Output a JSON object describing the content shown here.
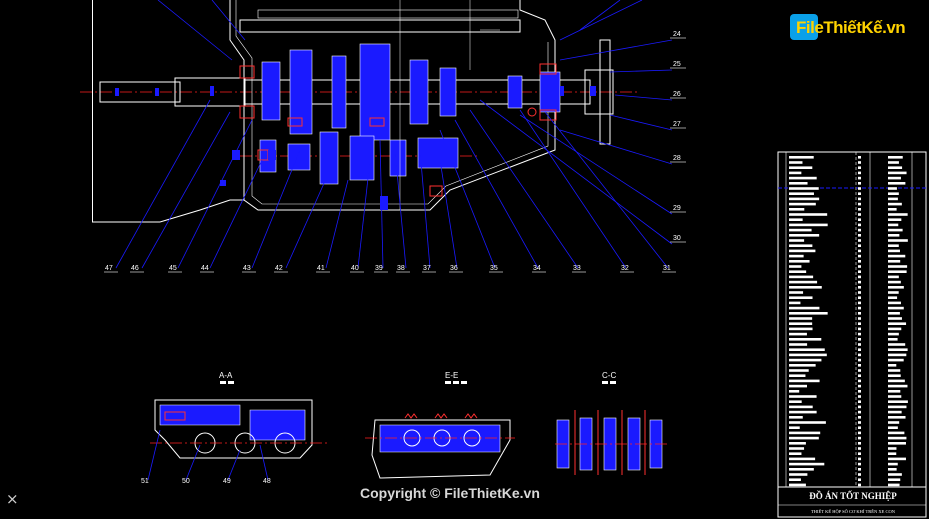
{
  "drawing": {
    "part_numbers_right": [
      "24",
      "25",
      "26",
      "27",
      "28",
      "29",
      "30"
    ],
    "part_numbers_bottom": [
      "47",
      "46",
      "45",
      "44",
      "43",
      "42",
      "41",
      "40",
      "39",
      "38",
      "37",
      "36",
      "35",
      "34",
      "33",
      "32",
      "31"
    ],
    "part_numbers_section": [
      "51",
      "50",
      "49",
      "48"
    ],
    "section_labels": [
      "A-A",
      "E-E",
      "C-C"
    ]
  },
  "titleblock": {
    "title": "ĐỒ ÁN TỐT NGHIỆP",
    "subtitle": "THIẾT KẾ HỘP SỐ CƠ KHÍ TRÊN XE CON"
  },
  "watermark": {
    "logo_text": "FileThiếtKế.vn",
    "copyright": "Copyright © FileThietKe.vn"
  },
  "colors": {
    "background": "#000000",
    "outline": "#ffffff",
    "hatch": "#1a1aff",
    "centerline": "#ff2020",
    "leader": "#1a1aff",
    "logo_accent": "#0aa0e8",
    "logo_text": "#ffd200"
  },
  "icons": {
    "corner_mark": "×"
  }
}
